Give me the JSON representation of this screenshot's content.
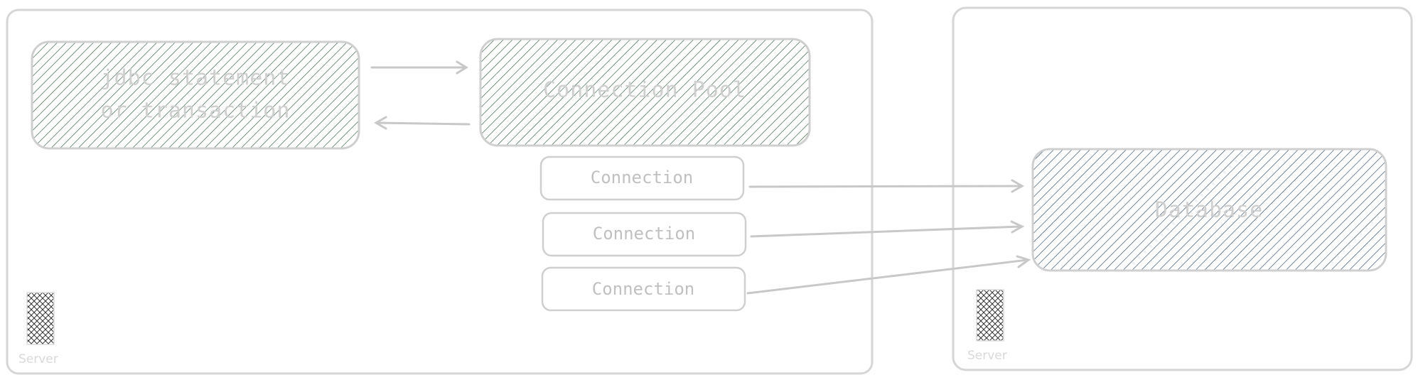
{
  "diagram": {
    "app_box": {
      "label_line1": "jdbc statement",
      "label_line2": "or transaction"
    },
    "pool_box": {
      "label": "Connection Pool"
    },
    "connections": [
      {
        "label": "Connection"
      },
      {
        "label": "Connection"
      },
      {
        "label": "Connection"
      }
    ],
    "database_box": {
      "label": "Database"
    },
    "server_left": {
      "label": "Server",
      "icon": "server-icon"
    },
    "server_right": {
      "label": "Server",
      "icon": "server-icon"
    },
    "colors": {
      "frame": "#d6d6d6",
      "green_hatch": "#2e5a3a",
      "blue_hatch": "#2f4a63",
      "text": "#cfcfcf"
    }
  }
}
